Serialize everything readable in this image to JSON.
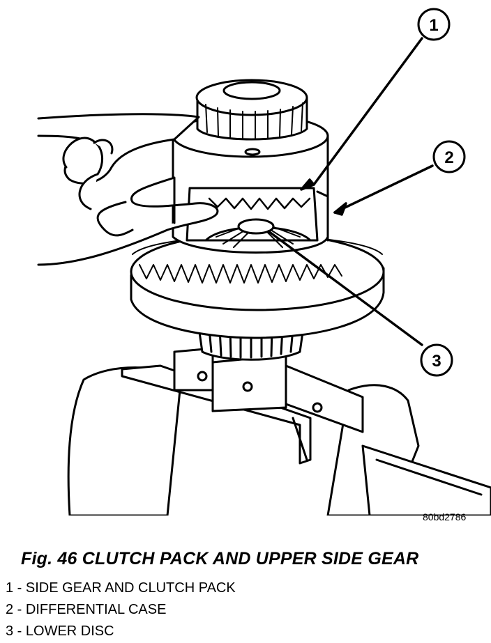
{
  "figure": {
    "code": "80bd2786",
    "caption": "Fig. 46 CLUTCH PACK AND UPPER SIDE GEAR",
    "callouts": [
      "1",
      "2",
      "3"
    ],
    "legend": [
      "1 - SIDE GEAR AND CLUTCH PACK",
      "2 - DIFFERENTIAL CASE",
      "3 - LOWER DISC"
    ]
  }
}
